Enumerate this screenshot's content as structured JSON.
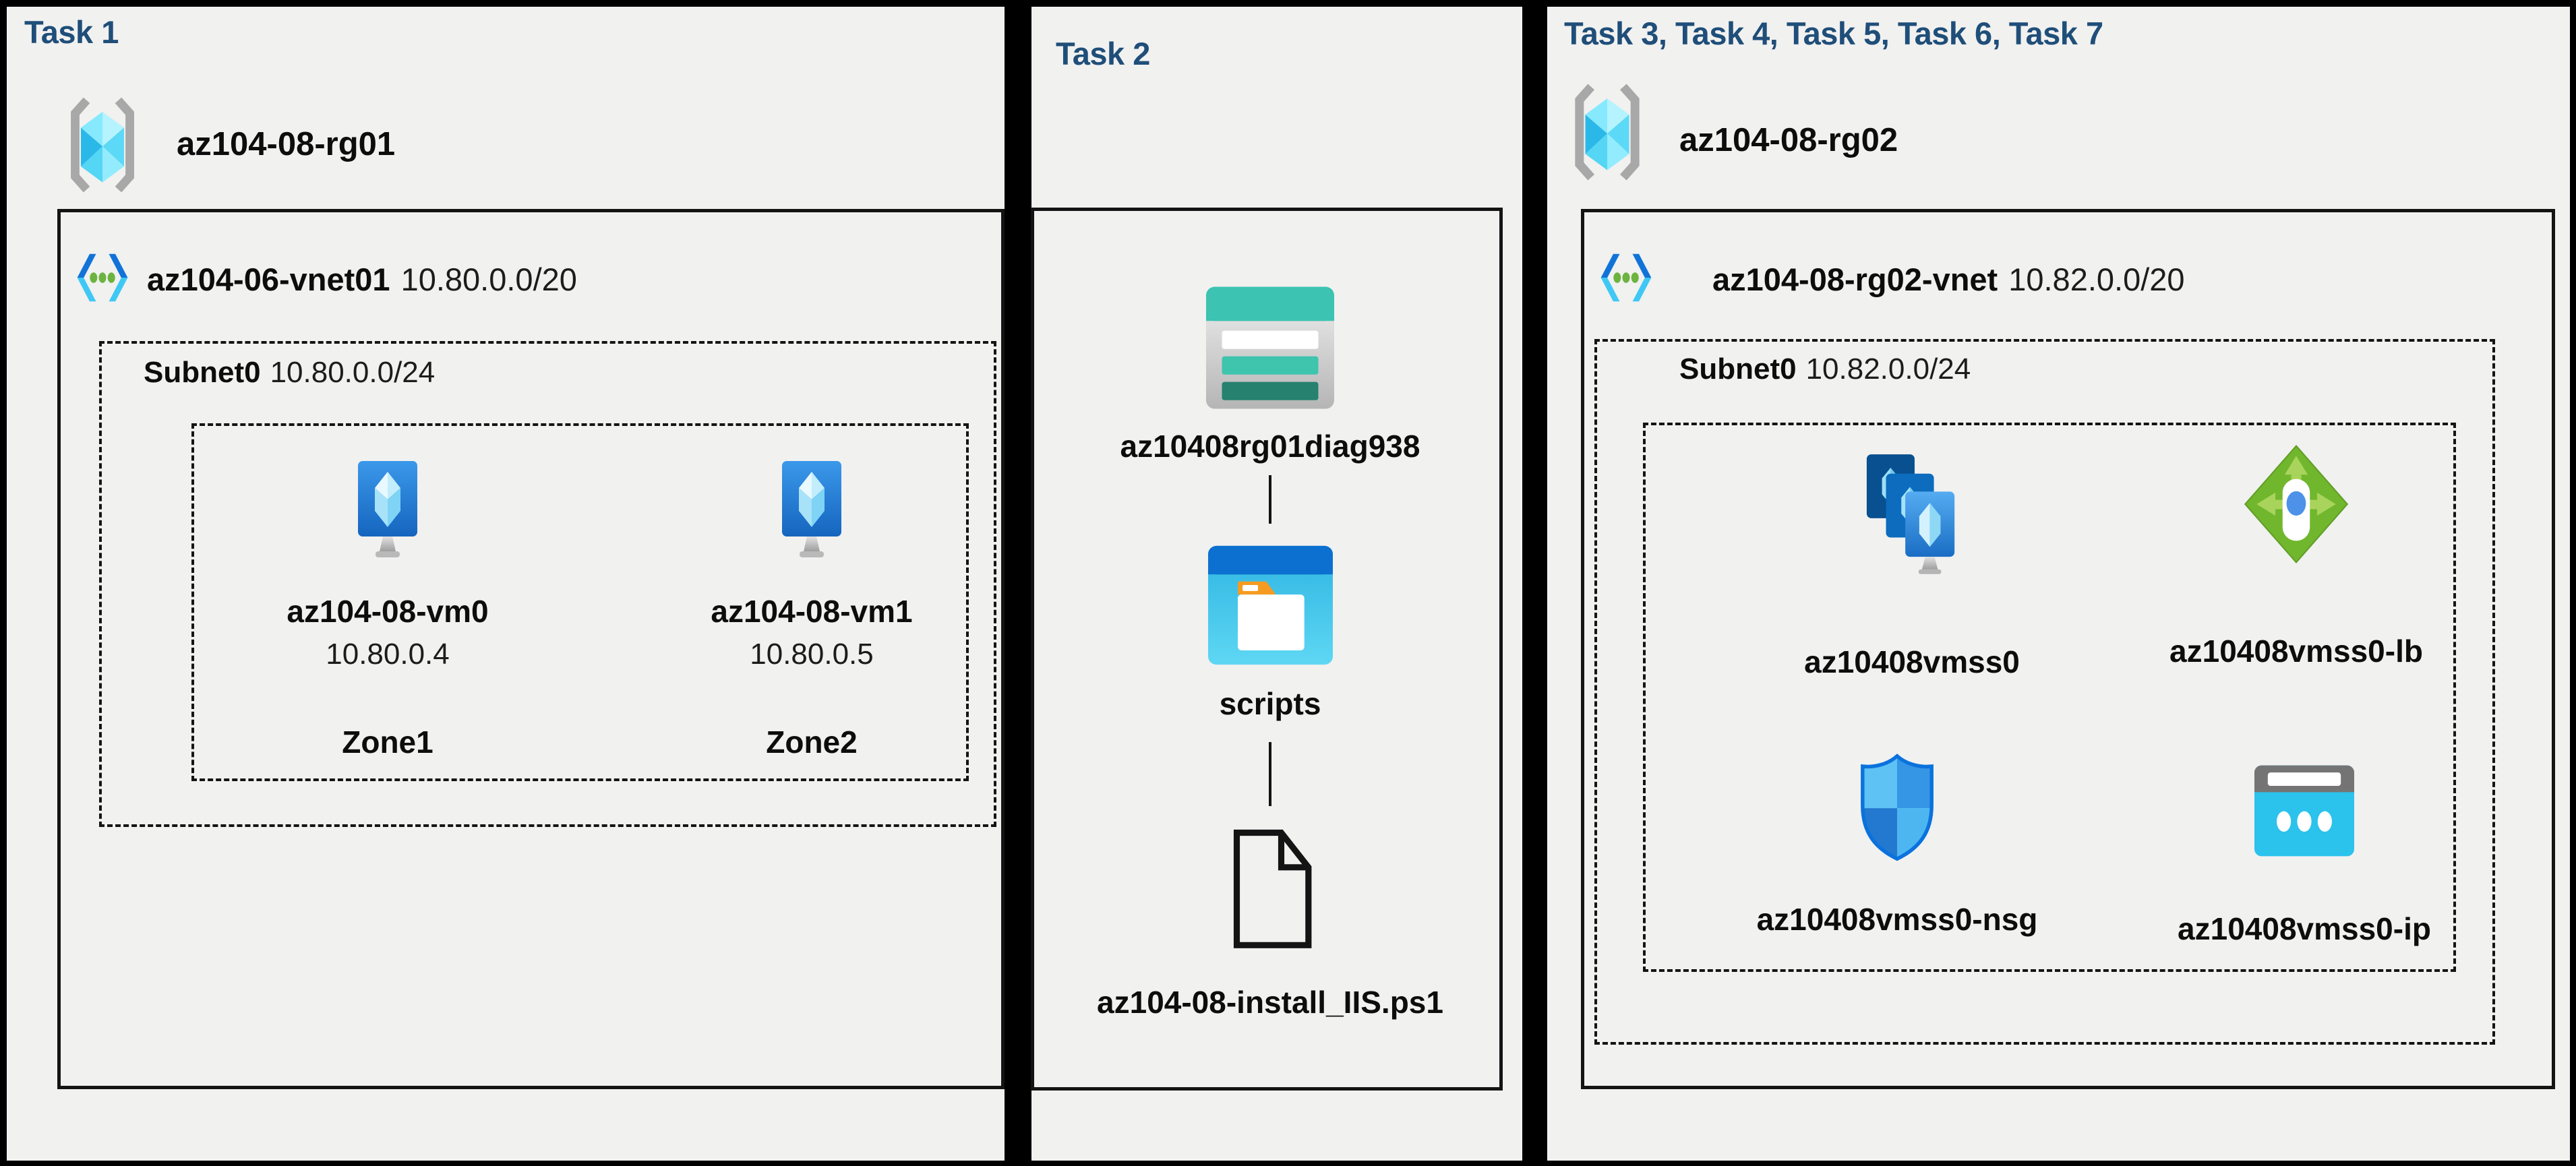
{
  "colors": {
    "background": "#000000",
    "panel": "#F1F1F0",
    "title": "#1F4E79",
    "text": "#111111",
    "storage_teal": "#3CC3B2",
    "container_blue": "#0C70D0",
    "lb_green": "#71B72E",
    "vm_blue": "#2180D8",
    "ip_cyan": "#2BC2EC"
  },
  "panels": [
    {
      "title": "Task 1",
      "resource_group": "az104-08-rg01",
      "vnet": {
        "name": "az104-06-vnet01",
        "cidr": "10.80.0.0/20"
      },
      "subnet": {
        "name": "Subnet0",
        "cidr": "10.80.0.0/24"
      },
      "vms": [
        {
          "name": "az104-08-vm0",
          "ip": "10.80.0.4",
          "zone": "Zone1"
        },
        {
          "name": "az104-08-vm1",
          "ip": "10.80.0.5",
          "zone": "Zone2"
        }
      ]
    },
    {
      "title": "Task 2",
      "storage_account": "az10408rg01diag938",
      "container": "scripts",
      "file": "az104-08-install_IIS.ps1"
    },
    {
      "title": "Task 3, Task 4, Task 5, Task 6, Task 7",
      "resource_group": "az104-08-rg02",
      "vnet": {
        "name": "az104-08-rg02-vnet",
        "cidr": "10.82.0.0/20"
      },
      "subnet": {
        "name": "Subnet0",
        "cidr": "10.82.0.0/24"
      },
      "resources": [
        {
          "name": "az10408vmss0",
          "type": "virtual-machine-scale-set"
        },
        {
          "name": "az10408vmss0-lb",
          "type": "load-balancer"
        },
        {
          "name": "az10408vmss0-nsg",
          "type": "network-security-group"
        },
        {
          "name": "az10408vmss0-ip",
          "type": "public-ip-address"
        }
      ]
    }
  ]
}
